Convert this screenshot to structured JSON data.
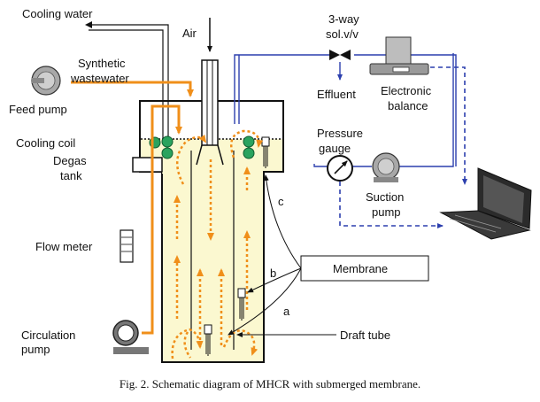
{
  "labels": {
    "cooling_water": "Cooling water",
    "air": "Air",
    "three_way_line1": "3-way",
    "three_way_line2": "sol.v/v",
    "synthetic_line1": "Synthetic",
    "synthetic_line2": "wastewater",
    "feed_pump": "Feed pump",
    "effluent": "Effluent",
    "balance_line1": "Electronic",
    "balance_line2": "balance",
    "cooling_coil": "Cooling coil",
    "degas_line1": "Degas",
    "degas_line2": "tank",
    "pressure_line1": "Pressure",
    "pressure_line2": "gauge",
    "suction_line1": "Suction",
    "suction_line2": "pump",
    "flow_meter": "Flow meter",
    "membrane": "Membrane",
    "mark_a": "a",
    "mark_b": "b",
    "mark_c": "c",
    "draft_tube": "Draft tube",
    "circulation_line1": "Circulation",
    "circulation_line2": "pump"
  },
  "caption": "Fig. 2. Schematic diagram of MHCR with submerged membrane.",
  "colors": {
    "liquid": "#fbf8d0",
    "orange_flow": "#f08f1a",
    "blue_line": "#2c3fae",
    "black": "#111111",
    "coil": "#2aa35e"
  }
}
